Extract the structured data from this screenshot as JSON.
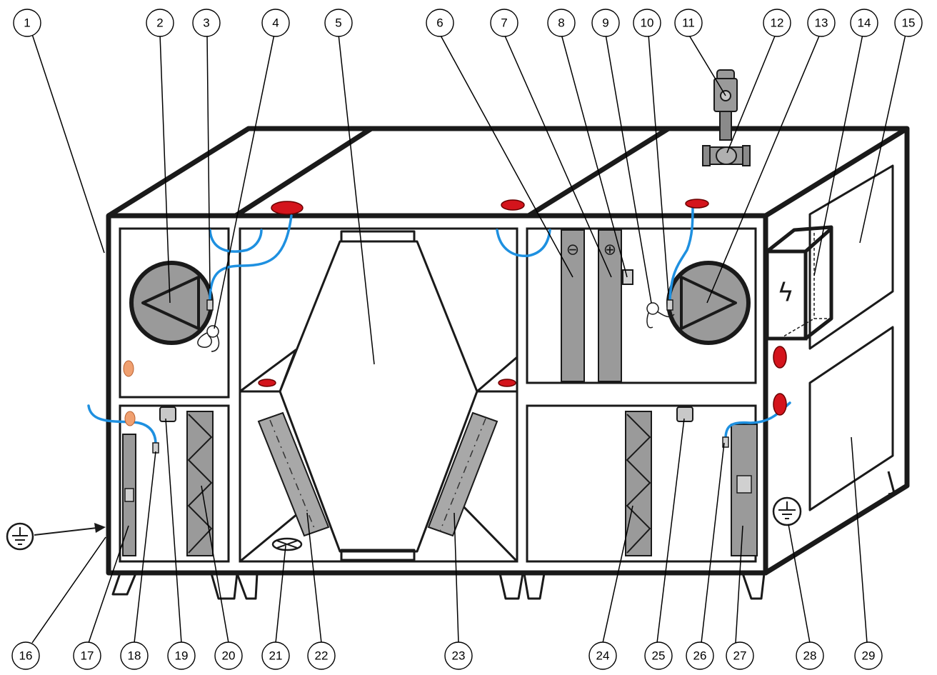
{
  "diagram": {
    "callouts": [
      {
        "id": "c1",
        "label": "1"
      },
      {
        "id": "c2",
        "label": "2"
      },
      {
        "id": "c3",
        "label": "3"
      },
      {
        "id": "c4",
        "label": "4"
      },
      {
        "id": "c5",
        "label": "5"
      },
      {
        "id": "c6",
        "label": "6"
      },
      {
        "id": "c7",
        "label": "7"
      },
      {
        "id": "c8",
        "label": "8"
      },
      {
        "id": "c9",
        "label": "9"
      },
      {
        "id": "c10",
        "label": "10"
      },
      {
        "id": "c11",
        "label": "11"
      },
      {
        "id": "c12",
        "label": "12"
      },
      {
        "id": "c13",
        "label": "13"
      },
      {
        "id": "c14",
        "label": "14"
      },
      {
        "id": "c15",
        "label": "15"
      },
      {
        "id": "c16",
        "label": "16"
      },
      {
        "id": "c17",
        "label": "17"
      },
      {
        "id": "c18",
        "label": "18"
      },
      {
        "id": "c19",
        "label": "19"
      },
      {
        "id": "c20",
        "label": "20"
      },
      {
        "id": "c21",
        "label": "21"
      },
      {
        "id": "c22",
        "label": "22"
      },
      {
        "id": "c23",
        "label": "23"
      },
      {
        "id": "c24",
        "label": "24"
      },
      {
        "id": "c25",
        "label": "25"
      },
      {
        "id": "c26",
        "label": "26"
      },
      {
        "id": "c27",
        "label": "27"
      },
      {
        "id": "c28",
        "label": "28"
      },
      {
        "id": "c29",
        "label": "29"
      }
    ],
    "symbols": {
      "minus_terminal": "⊖",
      "plus_terminal": "⊕",
      "lightning": "ϟ"
    },
    "colors": {
      "outline": "#1a1a1a",
      "cable": "#1e90e0",
      "red_cap": "#d4141c",
      "orange_cap": "#f0a070",
      "grey_component": "#9a9a9a"
    }
  }
}
